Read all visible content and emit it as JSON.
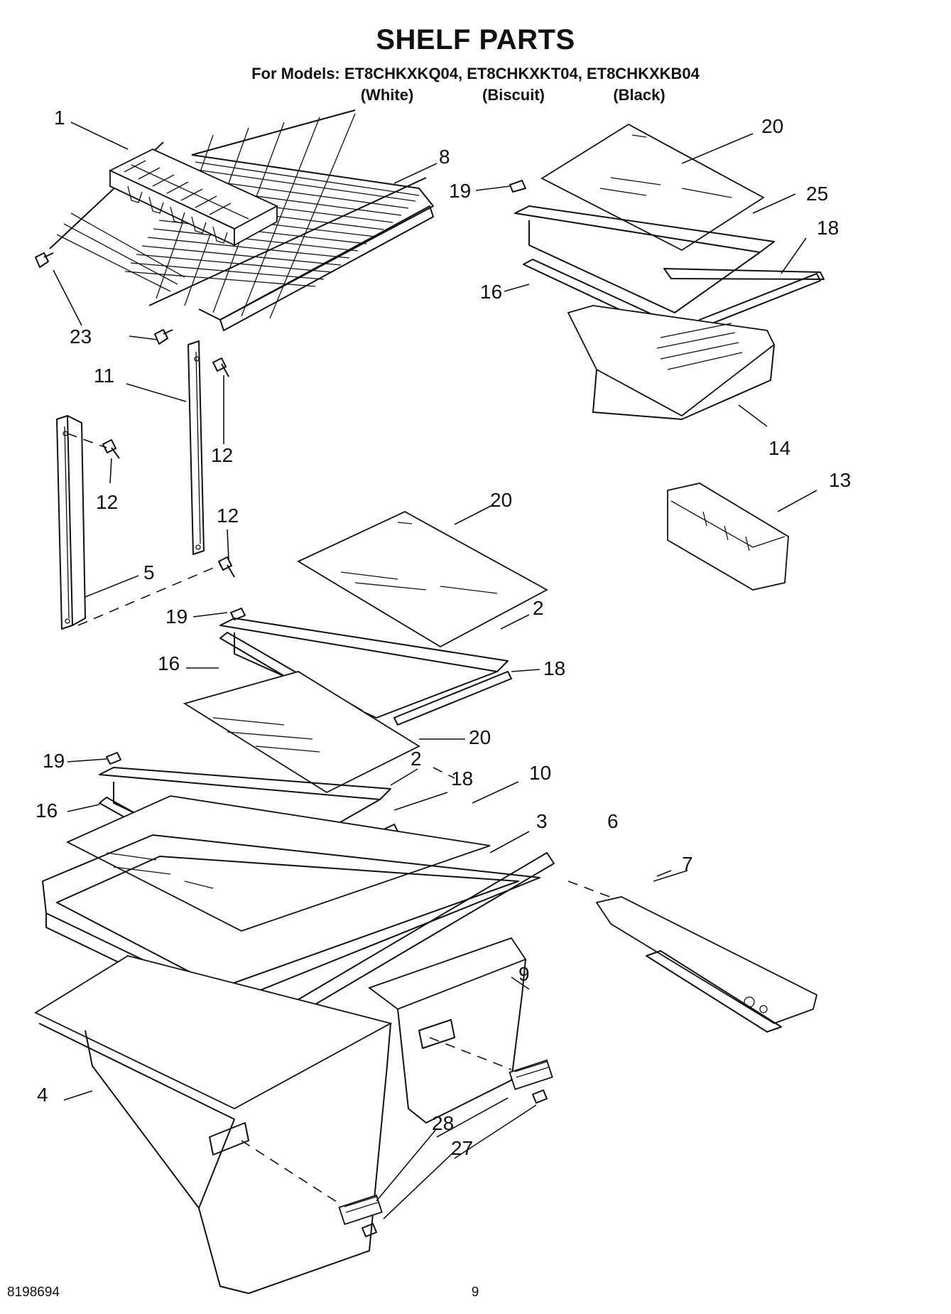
{
  "header": {
    "title": "SHELF PARTS",
    "models": "For Models: ET8CHKXKQ04, ET8CHKXKT04, ET8CHKXKB04",
    "variants": [
      "(White)",
      "(Biscuit)",
      "(Black)"
    ]
  },
  "callouts": [
    "1",
    "8",
    "23",
    "23",
    "20",
    "19",
    "25",
    "18",
    "16",
    "14",
    "11",
    "12",
    "12",
    "12",
    "5",
    "13",
    "20",
    "19",
    "2",
    "16",
    "18",
    "20",
    "19",
    "2",
    "18",
    "10",
    "16",
    "3",
    "6",
    "7",
    "9",
    "4",
    "28",
    "27"
  ],
  "footer": {
    "doc_number": "8198694",
    "page": "9"
  }
}
